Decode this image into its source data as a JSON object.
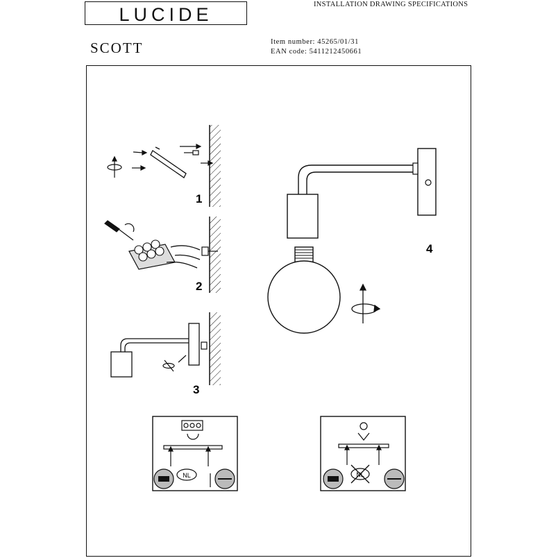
{
  "header": {
    "logo_text": "LUCIDE",
    "doc_title": "INSTALLATION DRAWING SPECIFICATIONS",
    "product_name": "SCOTT",
    "item_number": "Item number: 45265/01/31",
    "ean_code": "EAN code: 5411212450661"
  },
  "steps": {
    "step1": "1",
    "step2": "2",
    "step3": "3",
    "step4": "4"
  },
  "diagrams": {
    "left_box_badge": "NL",
    "right_box_badge": "NL"
  }
}
